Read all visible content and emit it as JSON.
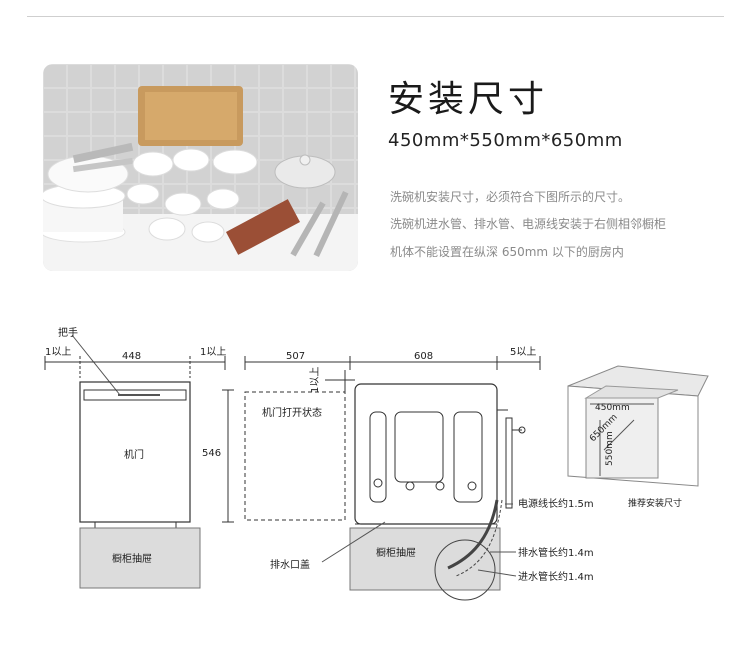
{
  "header": {
    "title": "安装尺寸",
    "dimensions": "450mm*550mm*650mm"
  },
  "description": {
    "line1": "洗碗机安装尺寸，必须符合下图所示的尺寸。",
    "line2": "洗碗机进水管、排水管、电源线安装于右侧相邻橱柜",
    "line3": "机体不能设置在纵深 650mm 以下的厨房内"
  },
  "front_view": {
    "handle_label": "把手",
    "left_clearance": "1以上",
    "width": "448",
    "right_clearance": "1以上",
    "height": "546",
    "door_label": "机门",
    "drawer_label": "橱柜抽屉"
  },
  "side_view": {
    "door_open_depth": "507",
    "top_clearance": "1以上",
    "door_open_label": "机门打开状态",
    "depth": "608",
    "rear_clearance": "5以上",
    "drain_cover_label": "排水口盖",
    "drawer_label": "橱柜抽屉",
    "power_cord_label": "电源线长约1.5m",
    "drain_hose_label": "排水管长约1.4m",
    "inlet_hose_label": "进水管长约1.4m"
  },
  "recommended": {
    "width_label": "450mm",
    "depth_label": "650mm",
    "height_label": "550mm",
    "caption": "推荐安装尺寸"
  },
  "colors": {
    "line": "#333333",
    "drawer_fill": "#dcdcdc",
    "muted_text": "#8a8a8a"
  }
}
